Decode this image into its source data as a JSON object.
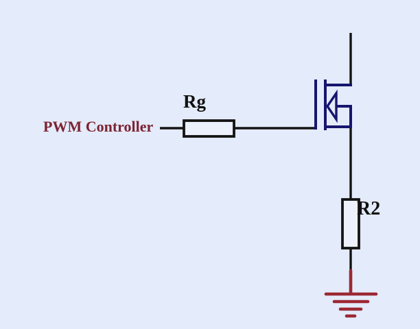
{
  "schematic": {
    "pwm_label": "PWM Controller",
    "rg_label": "Rg",
    "r2_label": "R2"
  },
  "symbols": [
    "resistor-rg",
    "n-channel-mosfet",
    "resistor-r2",
    "ground"
  ],
  "colors": {
    "background": "#e4ebfa",
    "wire": "#141414",
    "mosfet": "#16166e",
    "label": "#101010",
    "pwm": "#7c2433",
    "ground": "#9c2833"
  }
}
